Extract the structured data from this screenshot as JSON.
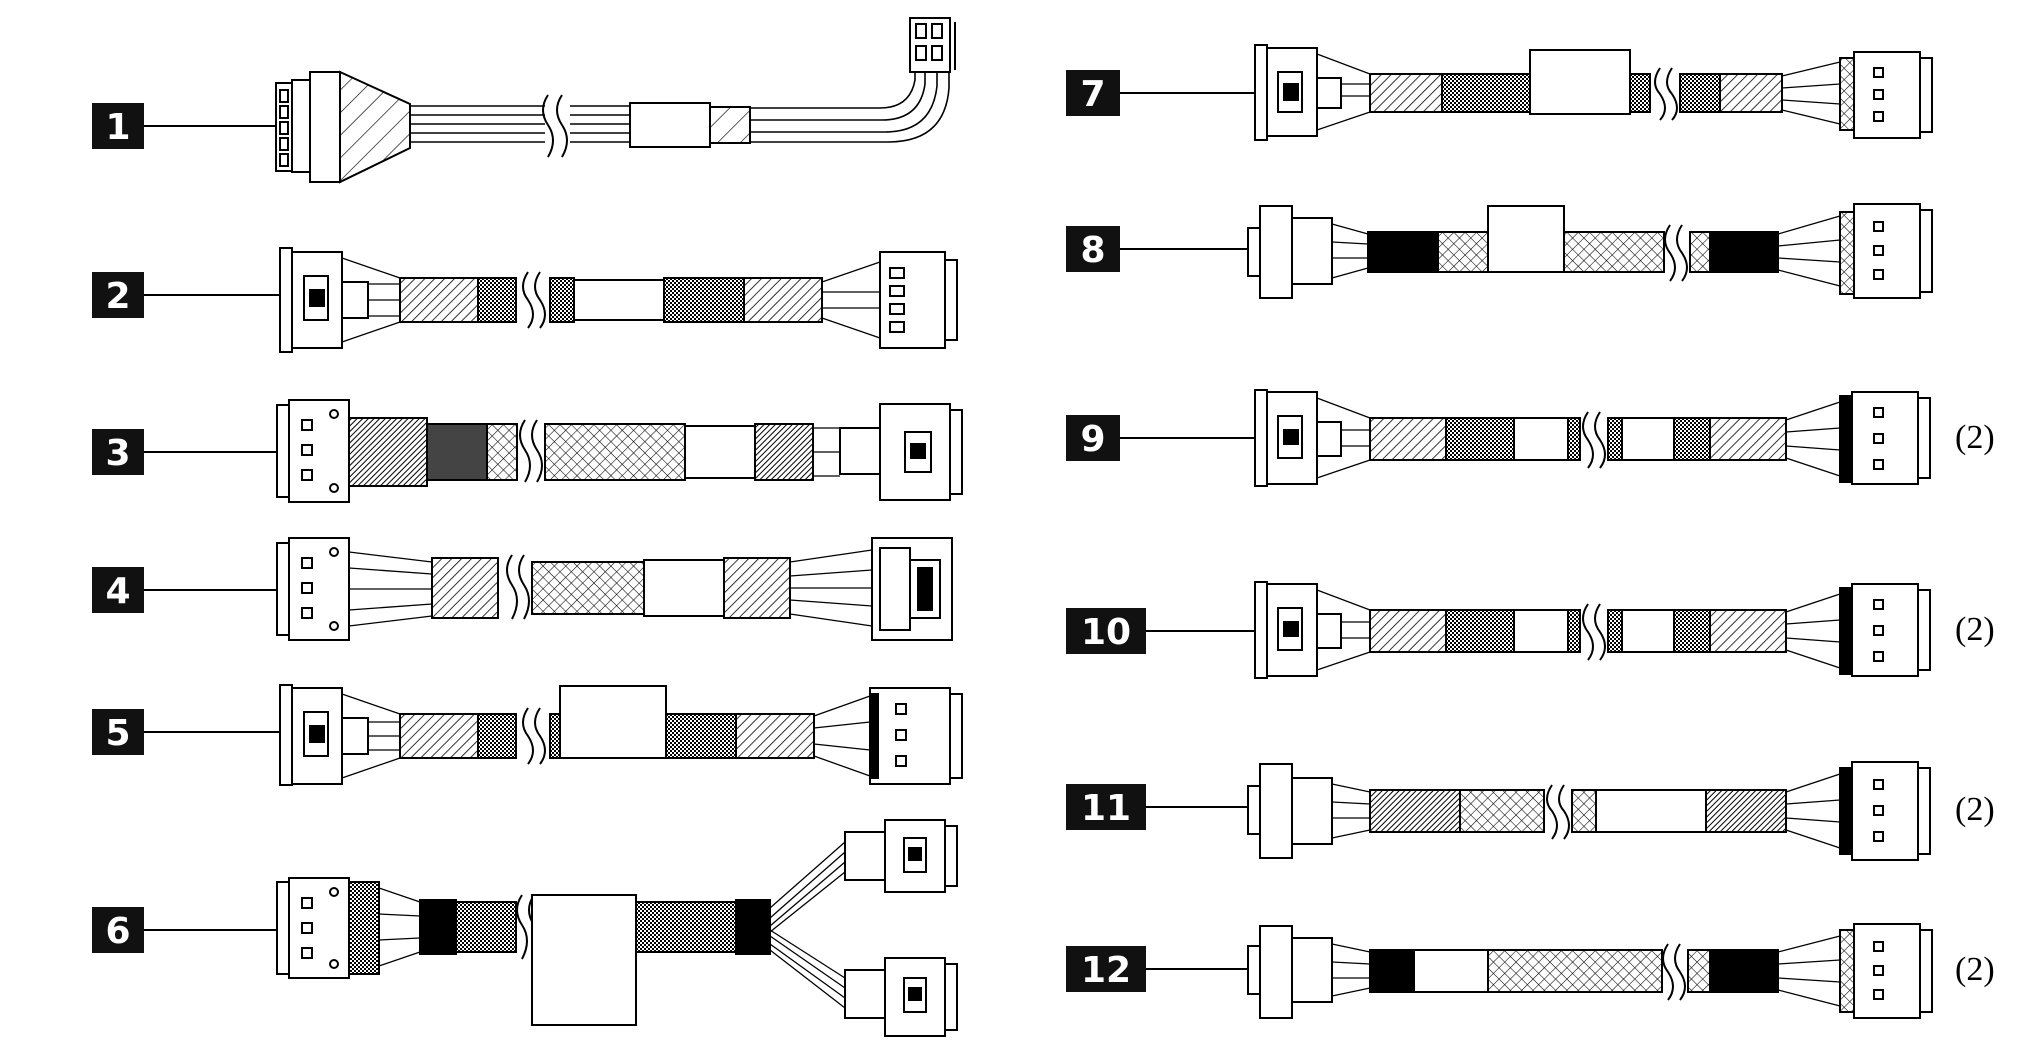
{
  "cables": [
    {
      "number": "1",
      "quantity": ""
    },
    {
      "number": "2",
      "quantity": ""
    },
    {
      "number": "3",
      "quantity": ""
    },
    {
      "number": "4",
      "quantity": ""
    },
    {
      "number": "5",
      "quantity": ""
    },
    {
      "number": "6",
      "quantity": ""
    },
    {
      "number": "7",
      "quantity": ""
    },
    {
      "number": "8",
      "quantity": ""
    },
    {
      "number": "9",
      "quantity": "(2)"
    },
    {
      "number": "10",
      "quantity": "(2)"
    },
    {
      "number": "11",
      "quantity": "(2)"
    },
    {
      "number": "12",
      "quantity": "(2)"
    }
  ],
  "colors": {
    "ink": "#000000",
    "paper": "#ffffff",
    "badge": "#111111"
  }
}
